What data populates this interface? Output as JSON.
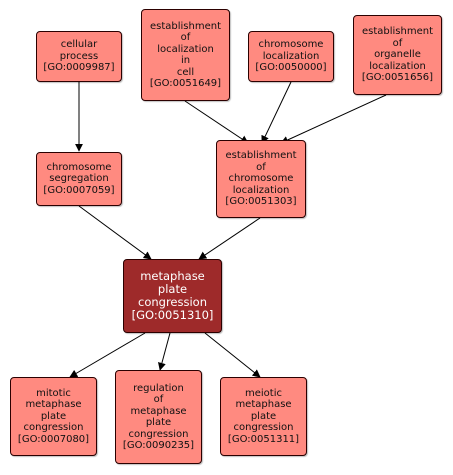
{
  "colors": {
    "node_fill": "#ff8a80",
    "focus_fill": "#9e2a2a",
    "focus_text": "#ffffff",
    "edge": "#000000"
  },
  "nodes": {
    "cellular_process": {
      "lines": [
        "cellular",
        "process"
      ],
      "id": "[GO:0009987]"
    },
    "establishment_localization_in_cell": {
      "lines": [
        "establishment",
        "of",
        "localization",
        "in",
        "cell"
      ],
      "id": "[GO:0051649]"
    },
    "chromosome_localization": {
      "lines": [
        "chromosome",
        "localization"
      ],
      "id": "[GO:0050000]"
    },
    "establishment_organelle_localization": {
      "lines": [
        "establishment",
        "of",
        "organelle",
        "localization"
      ],
      "id": "[GO:0051656]"
    },
    "chromosome_segregation": {
      "lines": [
        "chromosome",
        "segregation"
      ],
      "id": "[GO:0007059]"
    },
    "establishment_chromosome_localization": {
      "lines": [
        "establishment",
        "of",
        "chromosome",
        "localization"
      ],
      "id": "[GO:0051303]"
    },
    "metaphase_plate_congression": {
      "lines": [
        "metaphase",
        "plate",
        "congression"
      ],
      "id": "[GO:0051310]"
    },
    "mitotic_metaphase_plate_congression": {
      "lines": [
        "mitotic",
        "metaphase",
        "plate",
        "congression"
      ],
      "id": "[GO:0007080]"
    },
    "regulation_metaphase_plate_congression": {
      "lines": [
        "regulation",
        "of",
        "metaphase",
        "plate",
        "congression"
      ],
      "id": "[GO:0090235]"
    },
    "meiotic_metaphase_plate_congression": {
      "lines": [
        "meiotic",
        "metaphase",
        "plate",
        "congression"
      ],
      "id": "[GO:0051311]"
    }
  }
}
